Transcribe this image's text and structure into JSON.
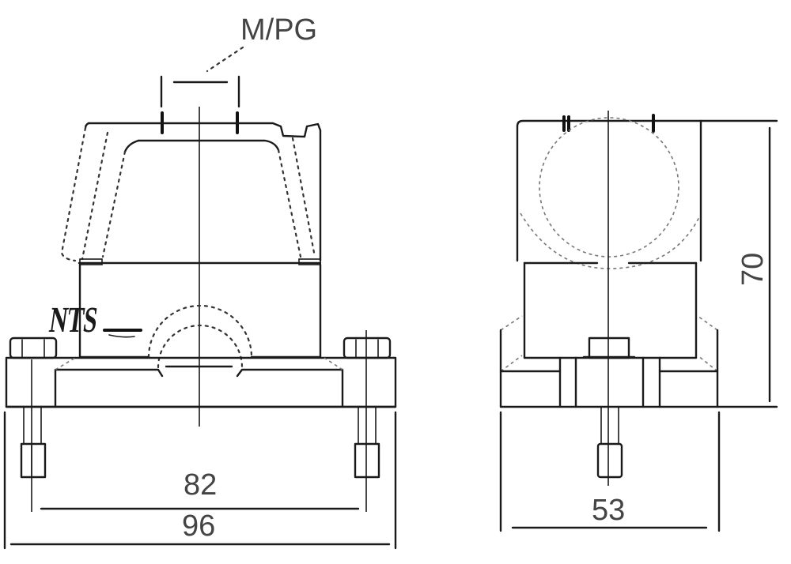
{
  "drawing": {
    "type": "technical-drawing",
    "subject": "connector hood with double locking lever, front and side views",
    "line_color": "#1a1a1a",
    "background": "#ffffff"
  },
  "front_view": {
    "cable_entry_label": "M/PG",
    "logo_text": "NTS",
    "dimensions": {
      "inner_width": "82",
      "outer_width": "96"
    }
  },
  "side_view": {
    "dimensions": {
      "width": "53",
      "height": "70"
    }
  }
}
